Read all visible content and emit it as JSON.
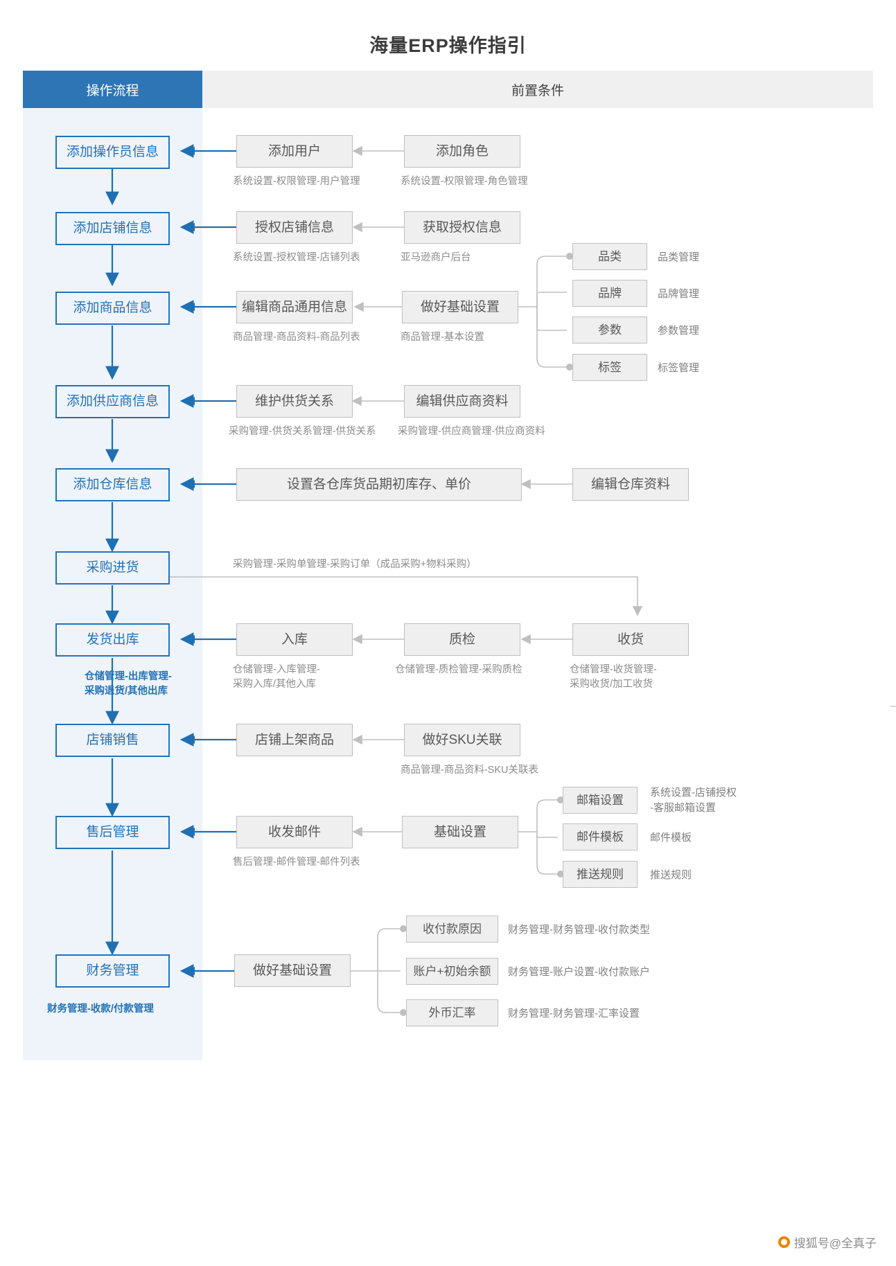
{
  "title": "海量ERP操作指引",
  "header": {
    "left": "操作流程",
    "right": "前置条件"
  },
  "flow_steps": [
    {
      "label": "添加操作员信息"
    },
    {
      "label": "添加店铺信息"
    },
    {
      "label": "添加商品信息"
    },
    {
      "label": "添加供应商信息"
    },
    {
      "label": "添加仓库信息"
    },
    {
      "label": "采购进货"
    },
    {
      "label": "发货出库"
    },
    {
      "label": "店铺销售"
    },
    {
      "label": "售后管理"
    },
    {
      "label": "财务管理"
    }
  ],
  "rows": {
    "r1": {
      "box_a": "添加用户",
      "cap_a": "系统设置-权限管理-用户管理",
      "box_b": "添加角色",
      "cap_b": "系统设置-权限管理-角色管理"
    },
    "r2": {
      "box_a": "授权店铺信息",
      "cap_a": "系统设置-授权管理-店铺列表",
      "box_b": "获取授权信息",
      "cap_b": "亚马逊商户后台"
    },
    "r3": {
      "box_a": "编辑商品通用信息",
      "cap_a": "商品管理-商品资料-商品列表",
      "box_b": "做好基础设置",
      "cap_b": "商品管理-基本设置",
      "branches": [
        {
          "box": "品类",
          "label": "品类管理"
        },
        {
          "box": "品牌",
          "label": "品牌管理"
        },
        {
          "box": "参数",
          "label": "参数管理"
        },
        {
          "box": "标签",
          "label": "标签管理"
        }
      ]
    },
    "r4": {
      "box_a": "维护供货关系",
      "cap_a": "采购管理-供货关系管理-供货关系",
      "box_b": "编辑供应商资料",
      "cap_b": "采购管理-供应商管理-供应商资料"
    },
    "r5": {
      "box_a": "设置各仓库货品期初库存、单价",
      "box_b": "编辑仓库资料"
    },
    "r6": {
      "cap_line": "采购管理-采购单管理-采购订单（成品采购+物料采购）"
    },
    "r7": {
      "box_a": "入库",
      "cap_a": "仓储管理-入库管理-\n采购入库/其他入库",
      "box_b": "质检",
      "cap_b": "仓储管理-质检管理-采购质检",
      "box_c": "收货",
      "cap_c": "仓储管理-收货管理-\n采购收货/加工收货",
      "flow_cap": "仓储管理-出库管理-\n采购退货/其他出库"
    },
    "r8": {
      "box_a": "店铺上架商品",
      "box_b": "做好SKU关联",
      "cap_b": "商品管理-商品资料-SKU关联表"
    },
    "r9": {
      "box_a": "收发邮件",
      "cap_a": "售后管理-邮件管理-邮件列表",
      "box_b": "基础设置",
      "branches": [
        {
          "box": "邮箱设置",
          "label": "系统设置-店铺授权\n-客服邮箱设置"
        },
        {
          "box": "邮件模板",
          "label": "邮件模板"
        },
        {
          "box": "推送规则",
          "label": "推送规则"
        }
      ]
    },
    "r10": {
      "box_a": "做好基础设置",
      "flow_cap": "财务管理-收款/付款管理",
      "branches": [
        {
          "box": "收付款原因",
          "label": "财务管理-财务管理-收付款类型"
        },
        {
          "box": "账户+初始余额",
          "label": "财务管理-账户设置-收付款账户"
        },
        {
          "box": "外币汇率",
          "label": "财务管理-财务管理-汇率设置"
        }
      ]
    }
  },
  "watermark": "搜狐号@全真子",
  "colors": {
    "accent": "#2472b8",
    "header_blue": "#2e75b6",
    "flow_bg": "#eef4f9",
    "grey_box": "#efefef",
    "grey_border": "#bfbfbf",
    "caption": "#8c8c8c"
  }
}
